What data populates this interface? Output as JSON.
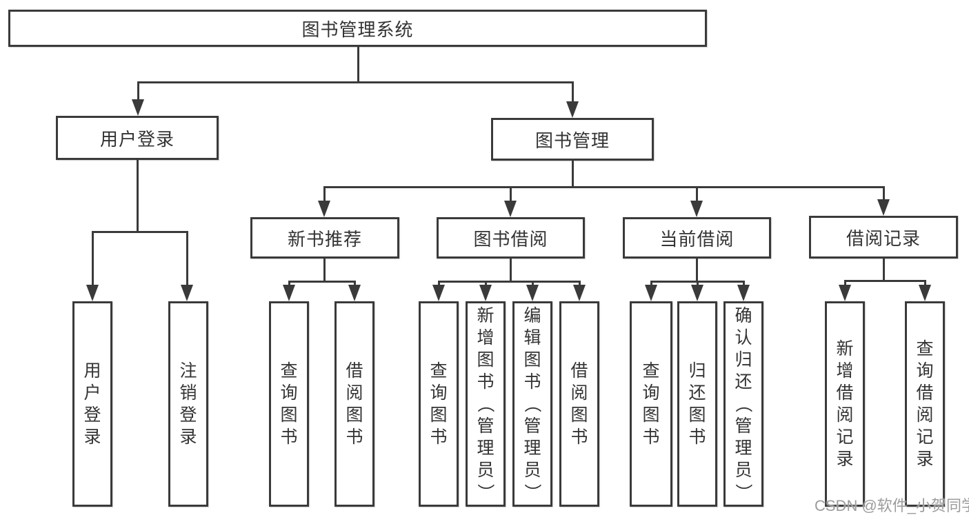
{
  "tree": {
    "root": {
      "label": "图书管理系统"
    },
    "user_login": {
      "label": "用户登录",
      "children": [
        {
          "label": "用户登录"
        },
        {
          "label": "注销登录"
        }
      ]
    },
    "book_mgmt": {
      "label": "图书管理",
      "sections": [
        {
          "label": "新书推荐",
          "children": [
            {
              "label": "查询图书"
            },
            {
              "label": "借阅图书"
            }
          ]
        },
        {
          "label": "图书借阅",
          "children": [
            {
              "label": "查询图书"
            },
            {
              "label": "新增图书（管理员）"
            },
            {
              "label": "编辑图书（管理员）"
            },
            {
              "label": "借阅图书"
            }
          ]
        },
        {
          "label": "当前借阅",
          "children": [
            {
              "label": "查询图书"
            },
            {
              "label": "归还图书"
            },
            {
              "label": "确认归还（管理员）"
            }
          ]
        },
        {
          "label": "借阅记录",
          "children": [
            {
              "label": "新增借阅记录"
            },
            {
              "label": "查询借阅记录"
            }
          ]
        }
      ]
    }
  },
  "watermark": {
    "text": "CSDN @软件_小贺同学"
  },
  "colors": {
    "line": "#3a3a3a",
    "text": "#333333",
    "watermark": "#9c9c9c",
    "background": "#ffffff"
  }
}
